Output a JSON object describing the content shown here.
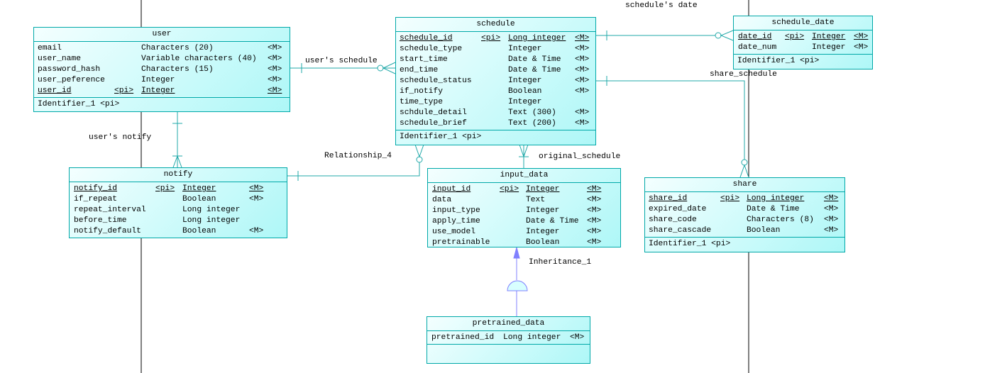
{
  "colors": {
    "entity_border": "#00a8a8",
    "entity_fill": "#aef7f7",
    "relationship_line": "#20a8a8",
    "inheritance_line": "#8080ff",
    "lane_line": "#000000"
  },
  "entities": [
    {
      "id": "user",
      "title": "user",
      "identifier": "Identifier_1  <pi>",
      "rows": [
        {
          "name": "email",
          "pi": "",
          "type": "Characters (20)",
          "m": "<M>",
          "pk": false
        },
        {
          "name": "user_name",
          "pi": "",
          "type": "Variable characters (40)",
          "m": "<M>",
          "pk": false
        },
        {
          "name": "password_hash",
          "pi": "",
          "type": "Characters (15)",
          "m": "<M>",
          "pk": false
        },
        {
          "name": "user_peference",
          "pi": "",
          "type": "Integer",
          "m": "<M>",
          "pk": false
        },
        {
          "name": "user_id",
          "pi": "<pi>",
          "type": "Integer",
          "m": "<M>",
          "pk": true
        }
      ]
    },
    {
      "id": "schedule",
      "title": "schedule",
      "identifier": "Identifier_1  <pi>",
      "rows": [
        {
          "name": "schedule_id",
          "pi": "<pi>",
          "type": "Long integer",
          "m": "<M>",
          "pk": true
        },
        {
          "name": "schedule_type",
          "pi": "",
          "type": "Integer",
          "m": "<M>",
          "pk": false
        },
        {
          "name": "start_time",
          "pi": "",
          "type": "Date & Time",
          "m": "<M>",
          "pk": false
        },
        {
          "name": "end_time",
          "pi": "",
          "type": "Date & Time",
          "m": "<M>",
          "pk": false
        },
        {
          "name": "schedule_status",
          "pi": "",
          "type": "Integer",
          "m": "<M>",
          "pk": false
        },
        {
          "name": "if_notify",
          "pi": "",
          "type": "Boolean",
          "m": "<M>",
          "pk": false
        },
        {
          "name": "time_type",
          "pi": "",
          "type": "Integer",
          "m": "",
          "pk": false
        },
        {
          "name": "schdule_detail",
          "pi": "",
          "type": "Text (300)",
          "m": "<M>",
          "pk": false
        },
        {
          "name": "schedule_brief",
          "pi": "",
          "type": "Text (200)",
          "m": "<M>",
          "pk": false
        }
      ]
    },
    {
      "id": "schedule_date",
      "title": "schedule_date",
      "identifier": "Identifier_1  <pi>",
      "rows": [
        {
          "name": "date_id",
          "pi": "<pi>",
          "type": "Integer",
          "m": "<M>",
          "pk": true
        },
        {
          "name": "date_num",
          "pi": "",
          "type": "Integer",
          "m": "<M>",
          "pk": false
        }
      ]
    },
    {
      "id": "notify",
      "title": "notify",
      "identifier": "",
      "rows": [
        {
          "name": "notify_id",
          "pi": "<pi>",
          "type": "Integer",
          "m": "<M>",
          "pk": true
        },
        {
          "name": "if_repeat",
          "pi": "",
          "type": "Boolean",
          "m": "<M>",
          "pk": false
        },
        {
          "name": "repeat_interval",
          "pi": "",
          "type": "Long integer",
          "m": "",
          "pk": false
        },
        {
          "name": "before_time",
          "pi": "",
          "type": "Long integer",
          "m": "",
          "pk": false
        },
        {
          "name": "notify_default",
          "pi": "",
          "type": "Boolean",
          "m": "<M>",
          "pk": false
        }
      ]
    },
    {
      "id": "input_data",
      "title": "input_data",
      "identifier": "",
      "rows": [
        {
          "name": "input_id",
          "pi": "<pi>",
          "type": "Integer",
          "m": "<M>",
          "pk": true
        },
        {
          "name": "data",
          "pi": "",
          "type": "Text",
          "m": "<M>",
          "pk": false
        },
        {
          "name": "input_type",
          "pi": "",
          "type": "Integer",
          "m": "<M>",
          "pk": false
        },
        {
          "name": "apply_time",
          "pi": "",
          "type": "Date & Time",
          "m": "<M>",
          "pk": false
        },
        {
          "name": "use_model",
          "pi": "",
          "type": "Integer",
          "m": "<M>",
          "pk": false
        },
        {
          "name": "pretrainable",
          "pi": "",
          "type": "Boolean",
          "m": "<M>",
          "pk": false
        }
      ]
    },
    {
      "id": "share",
      "title": "share",
      "identifier": "Identifier_1  <pi>",
      "rows": [
        {
          "name": "share_id",
          "pi": "<pi>",
          "type": "Long integer",
          "m": "<M>",
          "pk": true
        },
        {
          "name": "expired_date",
          "pi": "",
          "type": "Date & Time",
          "m": "<M>",
          "pk": false
        },
        {
          "name": "share_code",
          "pi": "",
          "type": "Characters (8)",
          "m": "<M>",
          "pk": false
        },
        {
          "name": "share_cascade",
          "pi": "",
          "type": "Boolean",
          "m": "<M>",
          "pk": false
        }
      ]
    },
    {
      "id": "pretrained_data",
      "title": "pretrained_data",
      "identifier": "",
      "rows": [
        {
          "name": "pretrained_id",
          "pi": "",
          "type": "Long integer",
          "m": "<M>",
          "pk": false
        }
      ]
    }
  ],
  "relationships": [
    {
      "id": "user-schedule",
      "label": "user's schedule",
      "from": "user",
      "to": "schedule"
    },
    {
      "id": "user-notify",
      "label": "user's notify",
      "from": "user",
      "to": "notify"
    },
    {
      "id": "relationship-4",
      "label": "Relationship_4",
      "from": "notify",
      "to": "schedule"
    },
    {
      "id": "original-schedule",
      "label": "original_schedule",
      "from": "input_data",
      "to": "schedule"
    },
    {
      "id": "schedules-date",
      "label": "schedule's date",
      "from": "schedule",
      "to": "schedule_date"
    },
    {
      "id": "share-schedule",
      "label": "share_schedule",
      "from": "schedule",
      "to": "share"
    },
    {
      "id": "inheritance-1",
      "label": "Inheritance_1",
      "from": "pretrained_data",
      "to": "input_data"
    }
  ]
}
